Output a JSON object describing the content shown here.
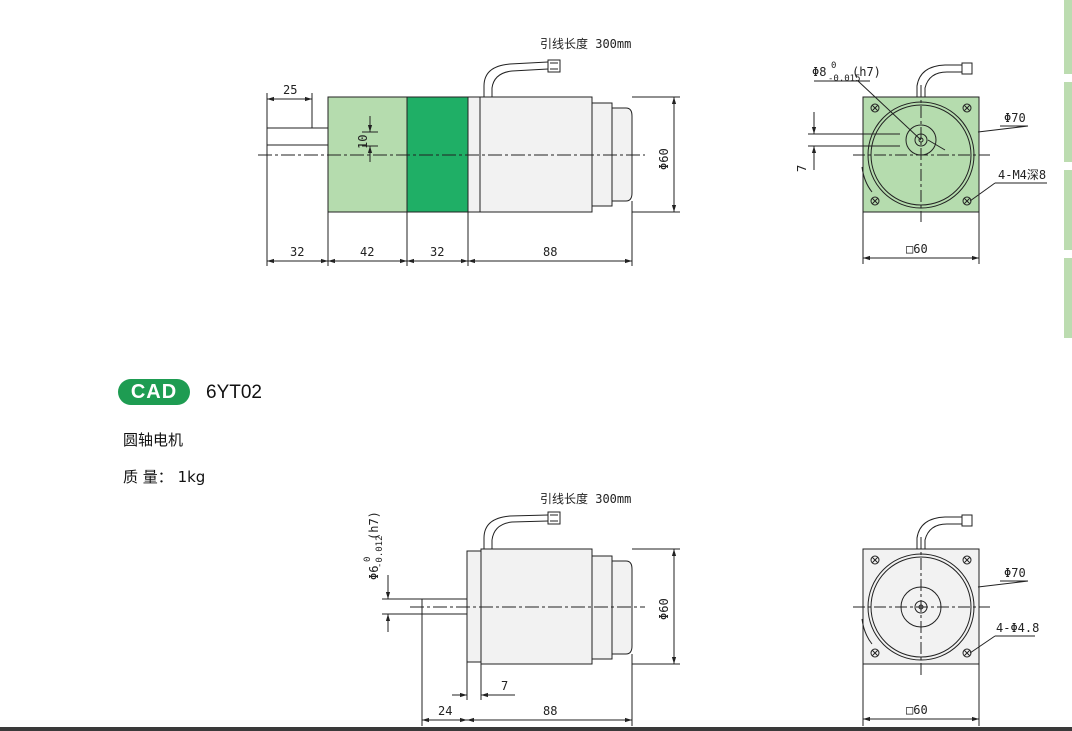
{
  "top_drawing": {
    "lead_length": "引线长度 300mm",
    "dim_shaft_length": "25",
    "dim_key": "10",
    "dim_length_1": "32",
    "dim_length_2": "42",
    "dim_length_3": "32",
    "dim_length_4": "88",
    "dim_dia_body": "Φ60",
    "dim_shaft_dia": "Φ8",
    "dim_shaft_tol_upper": "0",
    "dim_shaft_tol_lower": "-0.015",
    "dim_shaft_fit": "(h7)",
    "dim_pcd": "Φ70",
    "dim_key_height": "7",
    "dim_holes": "4-M4深8",
    "dim_square": "□60"
  },
  "section": {
    "badge": "CAD",
    "model": "6YT02",
    "motor_type": "圆轴电机",
    "weight_label": "质 量：",
    "weight_value": "1kg"
  },
  "bottom_drawing": {
    "lead_length": "引线长度 300mm",
    "dim_shaft_dia": "Φ6",
    "dim_shaft_tol_upper": "0",
    "dim_shaft_tol_lower": "-0.012",
    "dim_shaft_fit": "(h7)",
    "dim_dia_body": "Φ60",
    "dim_flange": "7",
    "dim_shaft_length": "24",
    "dim_body_length": "88",
    "dim_pcd": "Φ70",
    "dim_holes": "4-Φ4.8",
    "dim_square": "□60"
  },
  "colors": {
    "gearbox_light": "#b5dcae",
    "gearbox_dark": "#1faf66",
    "badge": "#1e9c52",
    "line": "#222222"
  }
}
